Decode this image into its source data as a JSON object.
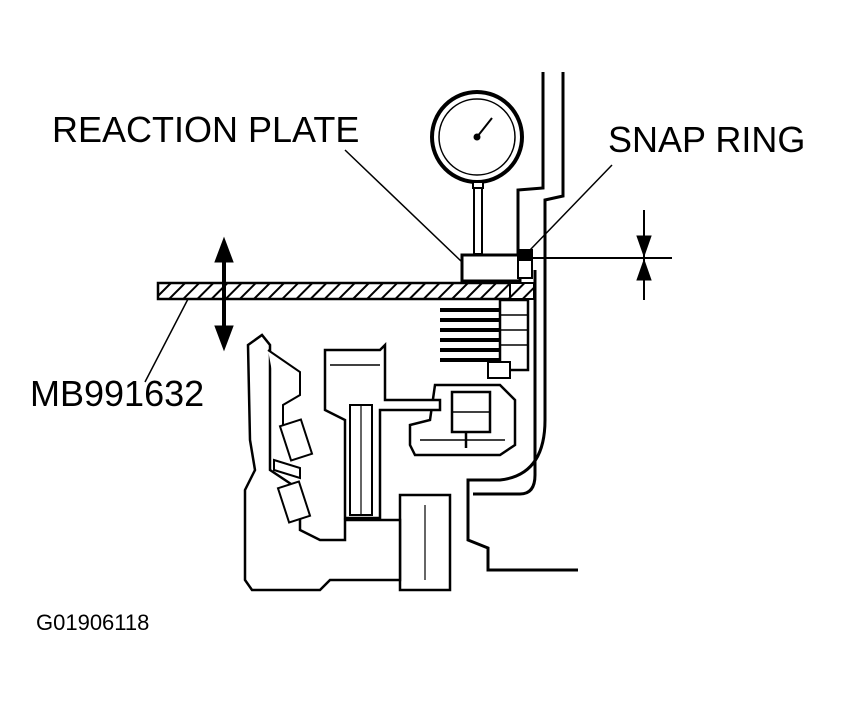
{
  "labels": {
    "reaction_plate": "REACTION PLATE",
    "snap_ring": "SNAP RING",
    "tool": "MB991632",
    "figure_id": "G01906118"
  },
  "colors": {
    "ink": "#000000",
    "paper": "#ffffff"
  }
}
